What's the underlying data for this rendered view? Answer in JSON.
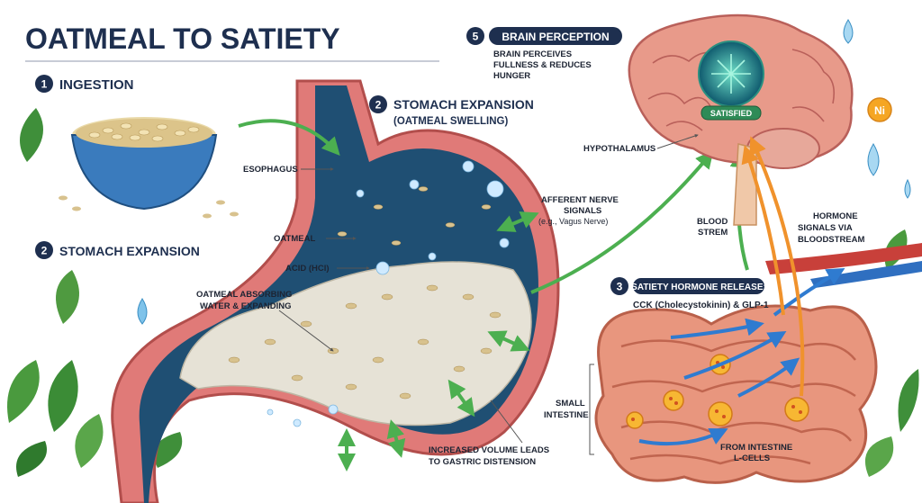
{
  "title": "OATMEAL TO  SATIETY",
  "steps": {
    "s1": {
      "num": "1",
      "label": "INGESTION"
    },
    "s2a": {
      "num": "2",
      "label": "STOMACH EXPANSION",
      "sub": "(OATMEAL SWELLING)"
    },
    "s2b": {
      "num": "2",
      "label": "STOMACH EXPANSION"
    },
    "s3": {
      "num": "3",
      "label": "SATIETY HORMONE RELEASE:",
      "sub": "CCK (Cholecystokinin) & GLP-1"
    },
    "s5": {
      "num": "5",
      "label": "BRAIN PERCEPTION",
      "sub1": "BRAIN PERCEIVES",
      "sub2": "FULLNESS & REDUCES",
      "sub3": "HUNGER"
    }
  },
  "labels": {
    "esophagus": "ESOPHAGUS",
    "oatmeal": "OATMEAL",
    "acid": "ACID (HCl)",
    "absorbing1": "OATMEAL ABSORBING",
    "absorbing2": "WATER & EXPANDING",
    "afferent1": "AFFERENT NERVE",
    "afferent2": "SIGNALS",
    "afferent3": "(e.g., Vagus Nerve)",
    "hypothalamus": "HYPOTHALAMUS",
    "satisfied": "SATISFIED",
    "blood1": "BLOOD",
    "blood2": "STREM",
    "hormone1": "HORMONE",
    "hormone2": "SIGNALS VIA",
    "hormone3": "BLOODSTREAM",
    "small1": "SMALL",
    "small2": "INTESTINE",
    "increased1": "INCREASED VOLUME LEADS",
    "increased2": "TO GASTRIC DISTENSION",
    "fromint1": "FROM INTESTINE",
    "fromint2": "L-CELLS",
    "ni": "Ni"
  },
  "colors": {
    "navy": "#1e2f4f",
    "stomachOuter": "#e07a78",
    "stomachInner": "#1f4f73",
    "oat": "#d8c28e",
    "greenArrow": "#4caf50",
    "blueArrow": "#2f7bd0",
    "orangeArrow": "#f0922c",
    "brain": "#e89a8a"
  }
}
